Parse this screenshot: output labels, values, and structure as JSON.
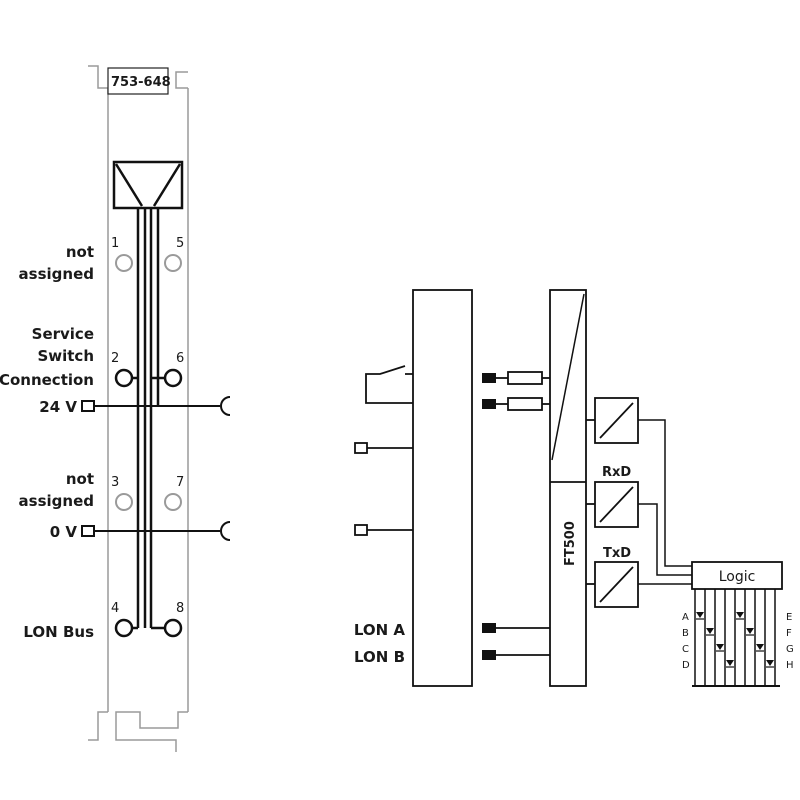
{
  "module": {
    "part_number": "753-648",
    "labels": {
      "not_assigned_1": [
        "not",
        "assigned"
      ],
      "service_switch": [
        "Service",
        "Switch",
        "Connection"
      ],
      "v24": "24 V",
      "not_assigned_2": [
        "not",
        "assigned"
      ],
      "v0": "0 V",
      "lon_bus": "LON Bus"
    },
    "terminals": [
      "1",
      "2",
      "3",
      "4",
      "5",
      "6",
      "7",
      "8"
    ]
  },
  "block_diagram": {
    "ft500": "FT500",
    "rxd": "RxD",
    "txd": "TxD",
    "logic": "Logic",
    "lon_a": "LON A",
    "lon_b": "LON B",
    "led_labels_left": [
      "A",
      "B",
      "C",
      "D"
    ],
    "led_labels_right": [
      "E",
      "F",
      "G",
      "H"
    ]
  }
}
